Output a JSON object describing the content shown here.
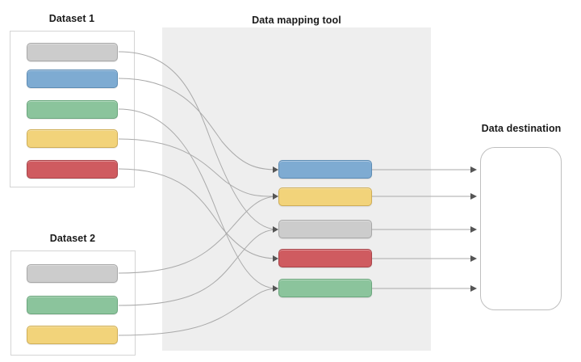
{
  "diagram": {
    "title_mapping_tool": "Data mapping tool",
    "title_destination": "Data destination",
    "accent_colors": {
      "grey": "#cccccc",
      "blue": "#7eabd2",
      "green": "#8bc49c",
      "yellow": "#f2d37a",
      "red": "#cf5b60",
      "panel_background": "#eeeeee",
      "connector": "#aaaaaa"
    }
  },
  "dataset1": {
    "title": "Dataset 1",
    "fields": [
      {
        "color": "grey"
      },
      {
        "color": "blue"
      },
      {
        "color": "green"
      },
      {
        "color": "yellow"
      },
      {
        "color": "red"
      }
    ]
  },
  "dataset2": {
    "title": "Dataset 2",
    "fields": [
      {
        "color": "grey"
      },
      {
        "color": "green"
      },
      {
        "color": "yellow"
      }
    ]
  },
  "mapping_tool": {
    "title": "Data mapping tool",
    "fields": [
      {
        "color": "blue"
      },
      {
        "color": "yellow"
      },
      {
        "color": "grey"
      },
      {
        "color": "red"
      },
      {
        "color": "green"
      }
    ]
  },
  "destination": {
    "title": "Data destination",
    "inbound_arrows": 5
  }
}
